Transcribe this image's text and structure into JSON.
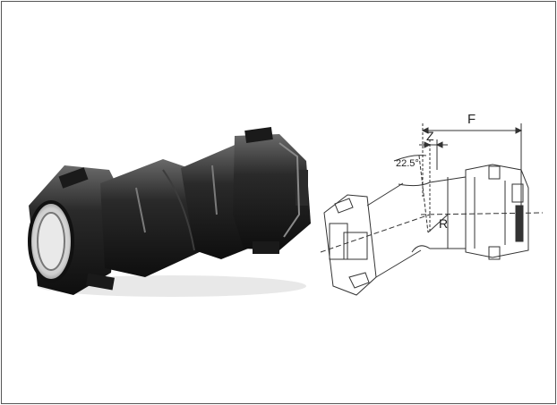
{
  "diagram": {
    "dimension_labels": {
      "f": "F",
      "z": "Z",
      "angle": "22.5°",
      "r": "R"
    },
    "colors": {
      "frame": "#555555",
      "fitting_body": "#1e1e1e",
      "line": "#333333"
    }
  }
}
